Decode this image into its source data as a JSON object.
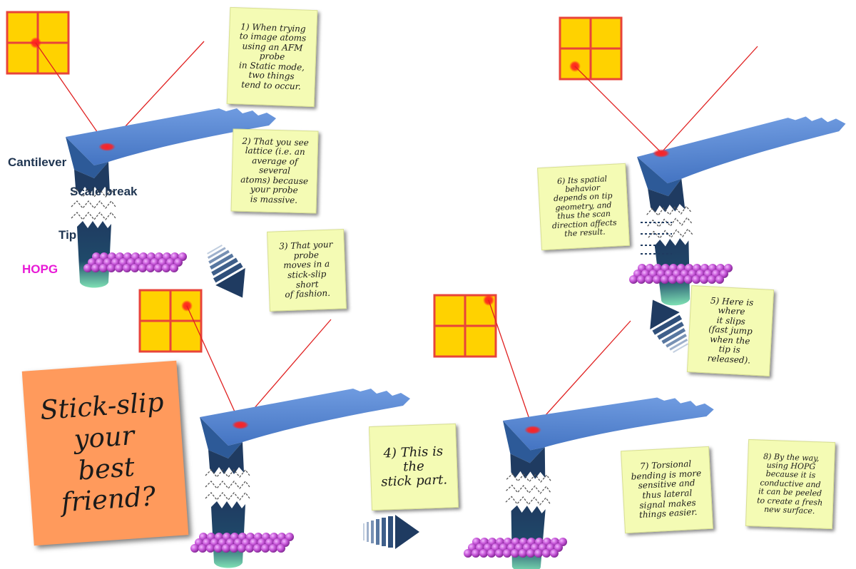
{
  "labels": {
    "cantilever": "Cantilever",
    "scale_break": "Scale break",
    "tip": "Tip",
    "hopg": "HOPG"
  },
  "title_note": "Stick-slip\nyour\nbest\nfriend?",
  "notes": {
    "n1": "1) When trying\nto image atoms\nusing an AFM\nprobe\nin Static mode,\ntwo things\ntend to occur.",
    "n2": "2) That you see\nlattice (i.e. an\naverage of\nseveral\natoms) because\nyour probe\nis massive.",
    "n3": "3) That your\nprobe\nmoves in a\nstick-slip\nshort\nof fashion.",
    "n4": "4) This is\nthe\nstick part.",
    "n5": "5) Here is\nwhere\nit slips\n(fast jump\nwhen the\ntip is\nreleased).",
    "n6": "6) Its spatial\nbehavior\ndepends on tip\ngeometry, and\nthus the scan\ndirection affects\nthe result.",
    "n7": "7) Torsional\nbending is more\nsensitive and\nthus lateral\nsignal makes\nthings easier.",
    "n8": "8) By the way,\nusing HOPG\nbecause it is\nconductive and\nit can be peeled\nto create a fresh\nnew surface."
  },
  "colors": {
    "cantilever": "#4f81cf",
    "cantilever_dark": "#2d5a98",
    "tip": "#1f3b61",
    "tip_glow": "#7ee0b4",
    "atoms": "#c656d8",
    "detector": "#ffd200",
    "detector_border": "#e8443a",
    "laser": "#e02020",
    "note": "#f4fbb4",
    "title_note": "#ff9a5c",
    "arrow": "#1f3b61"
  }
}
